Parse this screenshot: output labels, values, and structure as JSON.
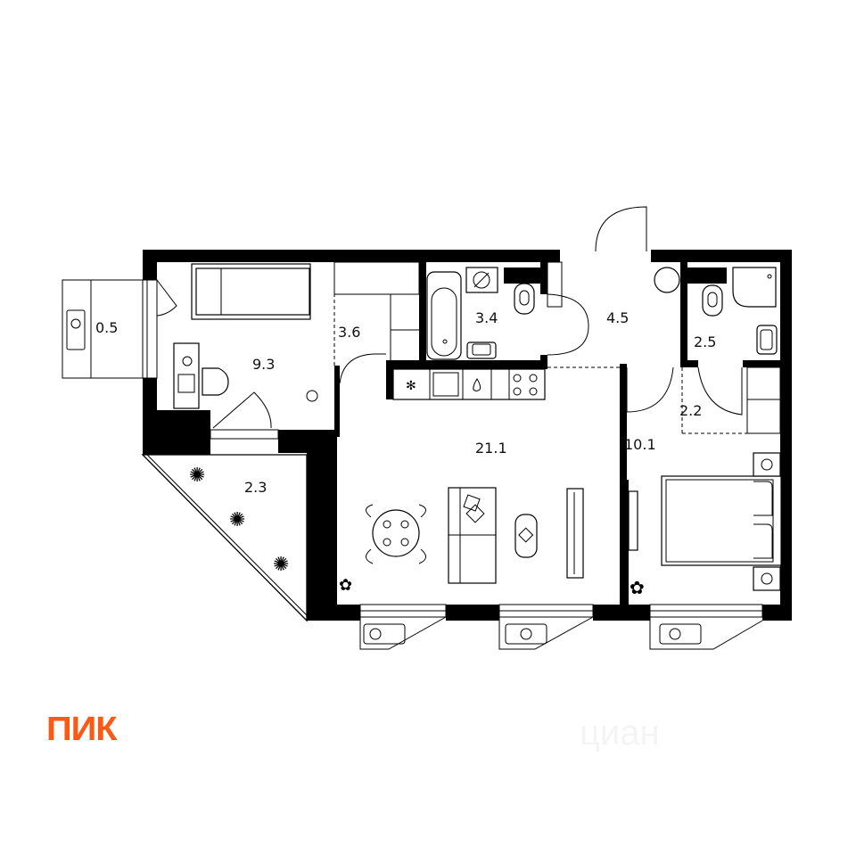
{
  "brand": {
    "logo_text": "ПИК",
    "color": "#fa5a14"
  },
  "watermark": {
    "text": "циан",
    "color": "#f4f4f4"
  },
  "floor_plan": {
    "rooms": [
      {
        "id": "balcony-small",
        "area": "0.5",
        "type": "balcony"
      },
      {
        "id": "bedroom-children",
        "area": "9.3",
        "type": "bedroom"
      },
      {
        "id": "wardrobe",
        "area": "3.6",
        "type": "storage"
      },
      {
        "id": "bathroom",
        "area": "3.4",
        "type": "bathroom"
      },
      {
        "id": "hallway",
        "area": "4.5",
        "type": "hallway"
      },
      {
        "id": "toilet-shower",
        "area": "2.5",
        "type": "bathroom"
      },
      {
        "id": "corridor",
        "area": "2.2",
        "type": "corridor"
      },
      {
        "id": "living-kitchen",
        "area": "21.1",
        "type": "living-kitchen"
      },
      {
        "id": "bedroom-master",
        "area": "10.1",
        "type": "bedroom"
      },
      {
        "id": "loggia",
        "area": "2.3",
        "type": "loggia"
      }
    ],
    "wall_color": "#000000",
    "background": "#ffffff"
  }
}
